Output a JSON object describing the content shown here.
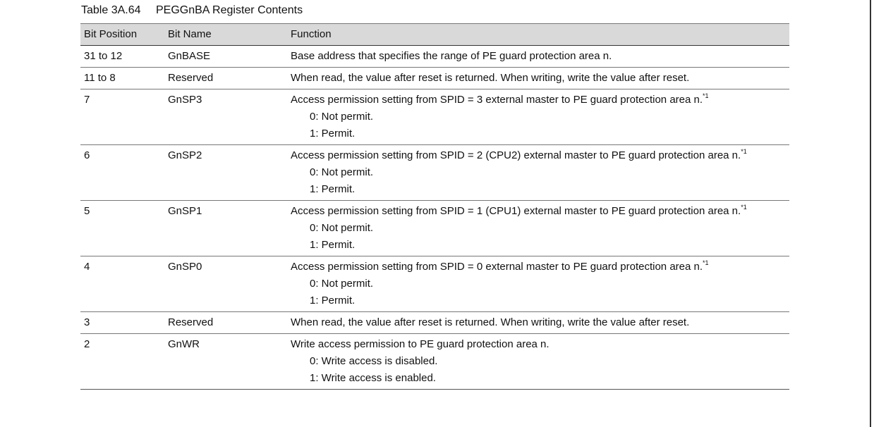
{
  "caption": {
    "number": "Table 3A.64",
    "title": "PEGGnBA Register Contents"
  },
  "headers": [
    "Bit Position",
    "Bit Name",
    "Function"
  ],
  "rows": [
    {
      "pos": "31 to 12",
      "name": "GnBASE",
      "func": "Base address that specifies the range of PE guard protection area n."
    },
    {
      "pos": "11 to 8",
      "name": "Reserved",
      "func": "When read, the value after reset is returned. When writing, write the value after reset."
    },
    {
      "pos": "7",
      "name": "GnSP3",
      "func": "Access permission setting from SPID = 3 external master to PE guard protection area n.",
      "note": "*1",
      "opt0": "0: Not permit.",
      "opt1": "1: Permit."
    },
    {
      "pos": "6",
      "name": "GnSP2",
      "func": "Access permission setting from SPID = 2 (CPU2) external master to PE guard protection area n.",
      "note": "*1",
      "opt0": "0: Not permit.",
      "opt1": "1: Permit."
    },
    {
      "pos": "5",
      "name": "GnSP1",
      "func": "Access permission setting from SPID = 1 (CPU1) external master to PE guard protection area n.",
      "note": "*1",
      "opt0": "0: Not permit.",
      "opt1": "1: Permit."
    },
    {
      "pos": "4",
      "name": "GnSP0",
      "func": "Access permission setting from SPID = 0 external master to PE guard protection area n.",
      "note": "*1",
      "opt0": "0: Not permit.",
      "opt1": "1: Permit."
    },
    {
      "pos": "3",
      "name": "Reserved",
      "func": "When read, the value after reset is returned. When writing, write the value after reset."
    },
    {
      "pos": "2",
      "name": "GnWR",
      "func": "Write access permission to PE guard protection area n.",
      "opt0": "0: Write access is disabled.",
      "opt1": "1: Write access is enabled."
    }
  ]
}
